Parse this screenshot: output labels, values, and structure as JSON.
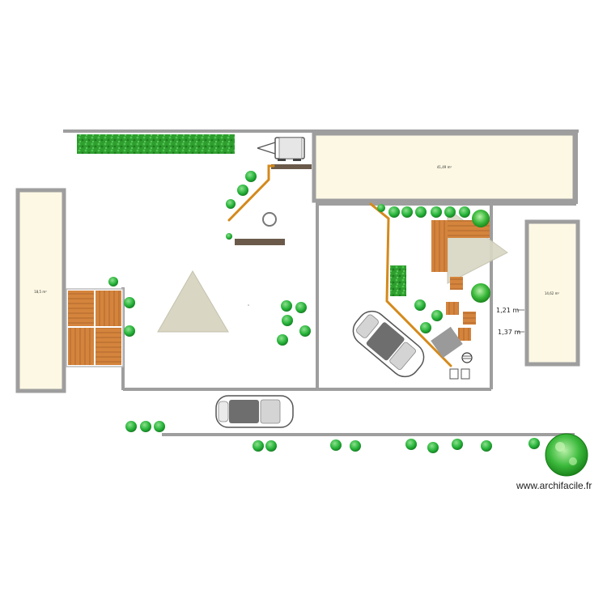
{
  "app": "archifacile",
  "watermark": "www.archifacile.fr",
  "rooms": [
    {
      "id": "room-left",
      "area_label": "18,5 m²"
    },
    {
      "id": "room-top",
      "area_label": "41,49 m²"
    },
    {
      "id": "room-right",
      "area_label": "14,62 m²"
    }
  ],
  "dimensions": [
    {
      "label": "1,21 m"
    },
    {
      "label": "1,37 m"
    }
  ],
  "colors": {
    "wall": "#9e9e9e",
    "room_fill": "#fdf8e4",
    "hedge": "#2e9e2e",
    "shrub": "#27b43a",
    "deck": "#d4843c",
    "path": "#d48a1c",
    "sail": "#d9d7c4",
    "car": "#6e6e6e",
    "bench": "#6b5a4a"
  },
  "icons": [
    "shrub-icon",
    "tree-icon",
    "car-icon",
    "trailer-icon",
    "shade-sail-icon",
    "deck-icon",
    "bbq-icon",
    "chair-icon"
  ]
}
